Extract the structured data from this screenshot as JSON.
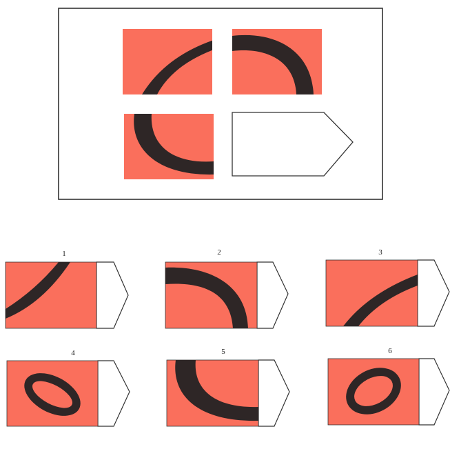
{
  "colors": {
    "tile_fill": "#fa6f5c",
    "shape_fill": "#2e2626",
    "outline": "#333333",
    "background": "#ffffff"
  },
  "matrix": {
    "missing_piece": "blank-arrow-tile"
  },
  "options": [
    {
      "number": "1",
      "content": "diagonal-arc-upper-left"
    },
    {
      "number": "2",
      "content": "ring-segment-top-right"
    },
    {
      "number": "3",
      "content": "diagonal-arc-lower-right"
    },
    {
      "number": "4",
      "content": "small-tilted-ellipse"
    },
    {
      "number": "5",
      "content": "ring-segment-lower-left"
    },
    {
      "number": "6",
      "content": "small-tilted-ring"
    }
  ]
}
